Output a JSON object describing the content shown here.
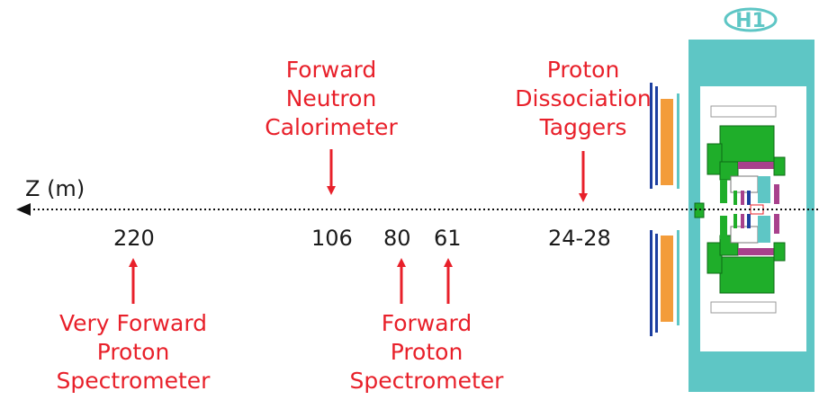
{
  "axis": {
    "title": "Z (m)"
  },
  "positions": [
    "220",
    "106",
    "80",
    "61",
    "24-28"
  ],
  "labels": {
    "fnc": [
      "Forward",
      "Neutron",
      "Calorimeter"
    ],
    "pdt": [
      "Proton",
      "Dissociation",
      "Taggers"
    ],
    "vfps": [
      "Very Forward",
      "Proton",
      "Spectrometer"
    ],
    "fps": [
      "Forward",
      "Proton",
      "Spectrometer"
    ]
  },
  "logo": {
    "text": "H1"
  },
  "colors": {
    "label_red": "#e8202a",
    "detector_teal": "#5ec6c5",
    "calorimeter_green": "#1fae2a",
    "magnet_purple": "#a8418c",
    "orange": "#f39c3a",
    "blue_line": "#1d3fa0"
  }
}
